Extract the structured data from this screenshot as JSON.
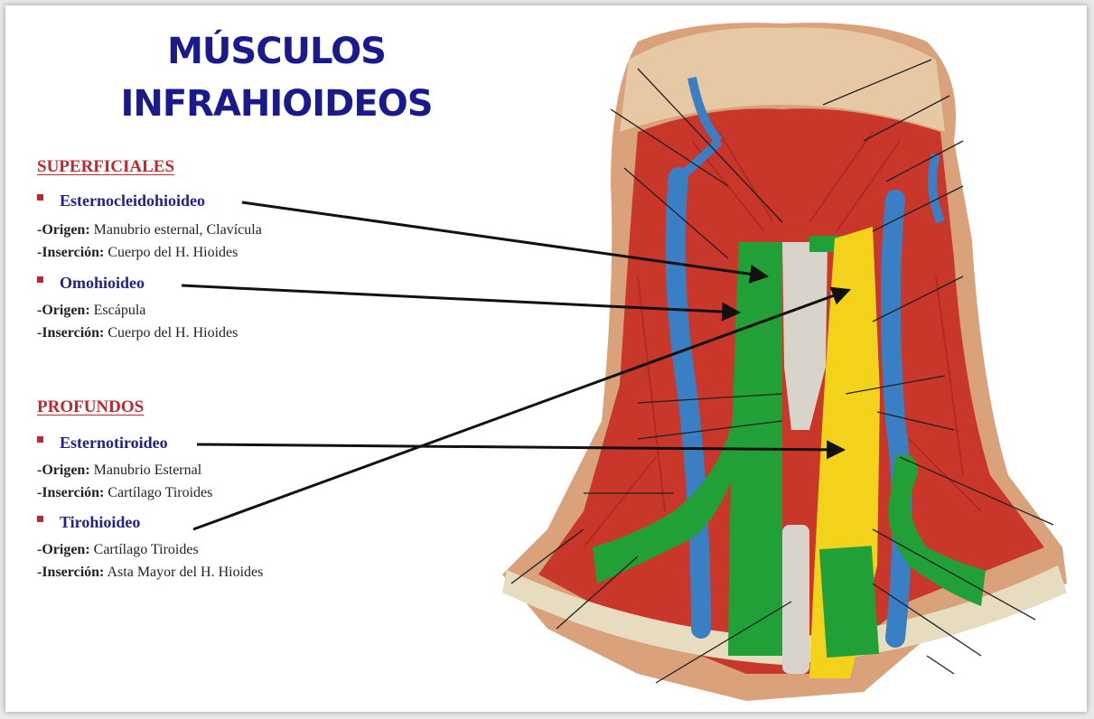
{
  "title": {
    "line1": "MÚSCULOS",
    "line2": "INFRAHIOIDEOS"
  },
  "sections": {
    "superficiales": {
      "heading": "SUPERFICIALES",
      "items": [
        {
          "name": "Esternocleidohioideo",
          "origin_label": "-Origen:",
          "origin": "Manubrio esternal, Clavícula",
          "insertion_label": "-Inserción:",
          "insertion": "Cuerpo del H. Hioides"
        },
        {
          "name": "Omohioideo",
          "origin_label": "-Origen:",
          "origin": "Escápula",
          "insertion_label": "-Inserción:",
          "insertion": "Cuerpo del H. Hioides"
        }
      ]
    },
    "profundos": {
      "heading": "PROFUNDOS",
      "items": [
        {
          "name": "Esternotiroideo",
          "origin_label": "-Origen:",
          "origin": "Manubrio Esternal",
          "insertion_label": "-Inserción:",
          "insertion": "Cartílago Tiroides"
        },
        {
          "name": "Tirohioideo",
          "origin_label": "-Origen:",
          "origin": "Cartílago Tiroides",
          "insertion_label": "-Inserción:",
          "insertion": "Asta Mayor del H. Hioides"
        }
      ]
    }
  },
  "colors": {
    "title": "#1a1a8c",
    "section_heading": "#c0262c",
    "item_name": "#22228a",
    "bullet": "#c0262c",
    "muscle_red": "#c8372a",
    "vein_blue": "#3a7fc4",
    "highlight_green": "#22a038",
    "highlight_yellow": "#f2d21a",
    "bone": "#e8dcc0"
  }
}
